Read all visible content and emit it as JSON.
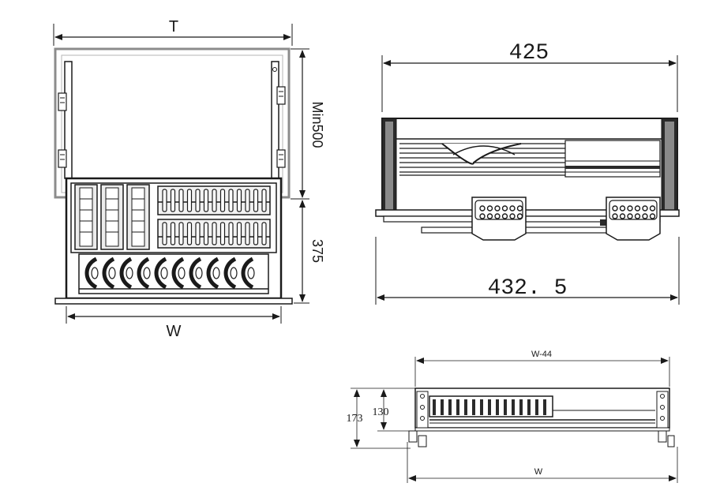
{
  "front_view": {
    "width_top_label": "T",
    "height_upper_label": "Min500",
    "height_lower_label": "375",
    "width_bottom_label": "W"
  },
  "side_view": {
    "top_length_label": "425",
    "bottom_length_label": "432. 5"
  },
  "small_view": {
    "inner_width_label": "W-44",
    "outer_width_label": "W",
    "total_height_label": "173",
    "inner_height_label": "130"
  },
  "colors": {
    "line": "#1a1a1a",
    "frame": "#9a9a9a",
    "dark": "#2b2b2b"
  }
}
